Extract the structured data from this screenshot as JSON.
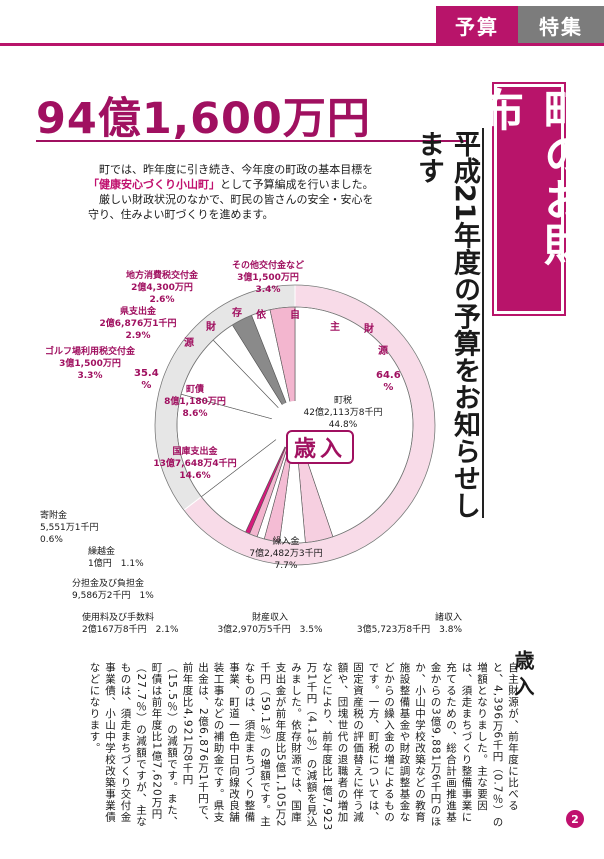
{
  "header": {
    "budget_tag": "予算",
    "feature_tag": "特集"
  },
  "headline": {
    "amount": "94億1,600万円"
  },
  "title": {
    "main": "町のお財布",
    "sub": "平成21年度の予算をお知らせします"
  },
  "intro": {
    "line1": "町では、昨年度に引き続き、今年度の町政の基本目標を",
    "highlight": "「健康安心づくり小山町」",
    "line2_rest": "として予算編成を行いました。",
    "line3": "厳しい財政状況のなかで、町民の皆さんの安全・安心を",
    "line4": "守り、住みよい町づくりを進めます。"
  },
  "chart_data": {
    "type": "pie",
    "title": "歳入",
    "groups": [
      {
        "name": "自主財源",
        "percent": "64.6%"
      },
      {
        "name": "依存財源",
        "percent": "35.4%"
      }
    ],
    "slices": [
      {
        "name": "町税",
        "amount": "42億2,113万8千円",
        "percent": 44.8,
        "group": "自主財源"
      },
      {
        "name": "諸収入",
        "amount": "3億5,723万8千円",
        "percent": 3.8,
        "group": "自主財源"
      },
      {
        "name": "財産収入",
        "amount": "3億2,970万5千円",
        "percent": 3.5,
        "group": "自主財源"
      },
      {
        "name": "使用料及び手数料",
        "amount": "2億167万8千円",
        "percent": 2.1,
        "group": "自主財源"
      },
      {
        "name": "分担金及び負担金",
        "amount": "9,586万2千円",
        "percent": 1.0,
        "group": "自主財源"
      },
      {
        "name": "繰越金",
        "amount": "1億円",
        "percent": 1.1,
        "group": "自主財源"
      },
      {
        "name": "寄附金",
        "amount": "5,551万1千円",
        "percent": 0.6,
        "group": "自主財源"
      },
      {
        "name": "繰入金",
        "amount": "7億2,482万3千円",
        "percent": 7.7,
        "group": "自主財源"
      },
      {
        "name": "国庫支出金",
        "amount": "13億7,648万4千円",
        "percent": 14.6,
        "group": "依存財源"
      },
      {
        "name": "町債",
        "amount": "8億1,180万円",
        "percent": 8.6,
        "group": "依存財源"
      },
      {
        "name": "ゴルフ場利用税交付金",
        "amount": "3億1,500万円",
        "percent": 3.3,
        "group": "依存財源"
      },
      {
        "name": "県支出金",
        "amount": "2億6,876万1千円",
        "percent": 2.9,
        "group": "依存財源"
      },
      {
        "name": "地方消費税交付金",
        "amount": "2億4,300万円",
        "percent": 2.6,
        "group": "依存財源"
      },
      {
        "name": "その他交付金など",
        "amount": "3億1,500万円",
        "percent": 3.4,
        "group": "依存財源"
      }
    ],
    "colors": {
      "jishu_outer": "#f8dbe8",
      "izon_outer": "#e6e6e6",
      "light": "#fbe9f1",
      "accent": "#c0106e",
      "gray": "#8a8a8a"
    }
  },
  "labels": {
    "sainyu": "歳入",
    "jishu_pct": "64.6\n%",
    "izon_pct": "35.4\n%",
    "chars_jishu": [
      "自",
      "主",
      "財",
      "源"
    ],
    "chars_izon": [
      "依",
      "存",
      "財",
      "源"
    ]
  },
  "body": {
    "heading": "歳入",
    "text": "自主財源が、前年度に比べると、4,396万6千円（0.7％）の増額となりました。主な要因は、須走まちづくり整備事業に充てるための、総合計画推進基金からの3億9,881万6千円のほか、小山中学校改築などの教育施設整備基金や財政調整基金などからの繰入金の増によるものです。一方、町税については、固定資産税の評価替えに伴う減額や、団塊世代の退職者の増加などにより、前年度比1億7,923万1千円（4.1％）の減額を見込みました。依存財源では、国庫支出金が前年度比5億1,105万2千円（59.1％）の増額です。主なものは、須走まちづくり整備事業、町道一色中日向線改良舗装工事などの補助金です。県支出金は、2億6,876万1千円で、前年度比4,921万8千円（15.5％）の減額です。また、町債は前年度比1億7,620万円（27.7％）の減額ですが、主なものは、須走まちづくり交付金事業債、小山中学校改築事業債などになります。"
  },
  "page": {
    "number": "2"
  }
}
